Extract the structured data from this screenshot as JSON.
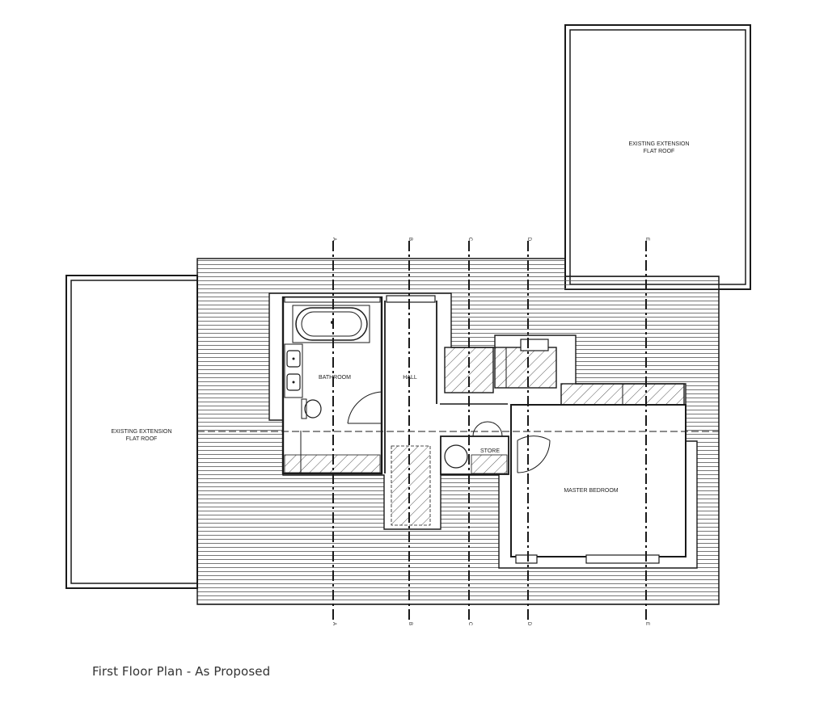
{
  "caption": "First Floor Plan - As Proposed",
  "labels": {
    "existing_extension_line1": "EXISTING EXTENSION",
    "existing_extension_line2": "FLAT ROOF",
    "bathroom": "BATHROOM",
    "hall": "HALL",
    "store": "STORE",
    "master_bedroom": "MASTER BEDROOM"
  },
  "grid": {
    "top": [
      "A",
      "B",
      "C",
      "D",
      "E"
    ],
    "bottom": [
      "A",
      "B",
      "C",
      "D",
      "E"
    ]
  },
  "colors": {
    "line": "#1a1a1a",
    "roof_hatch": "#555555",
    "hatch": "#444444"
  }
}
